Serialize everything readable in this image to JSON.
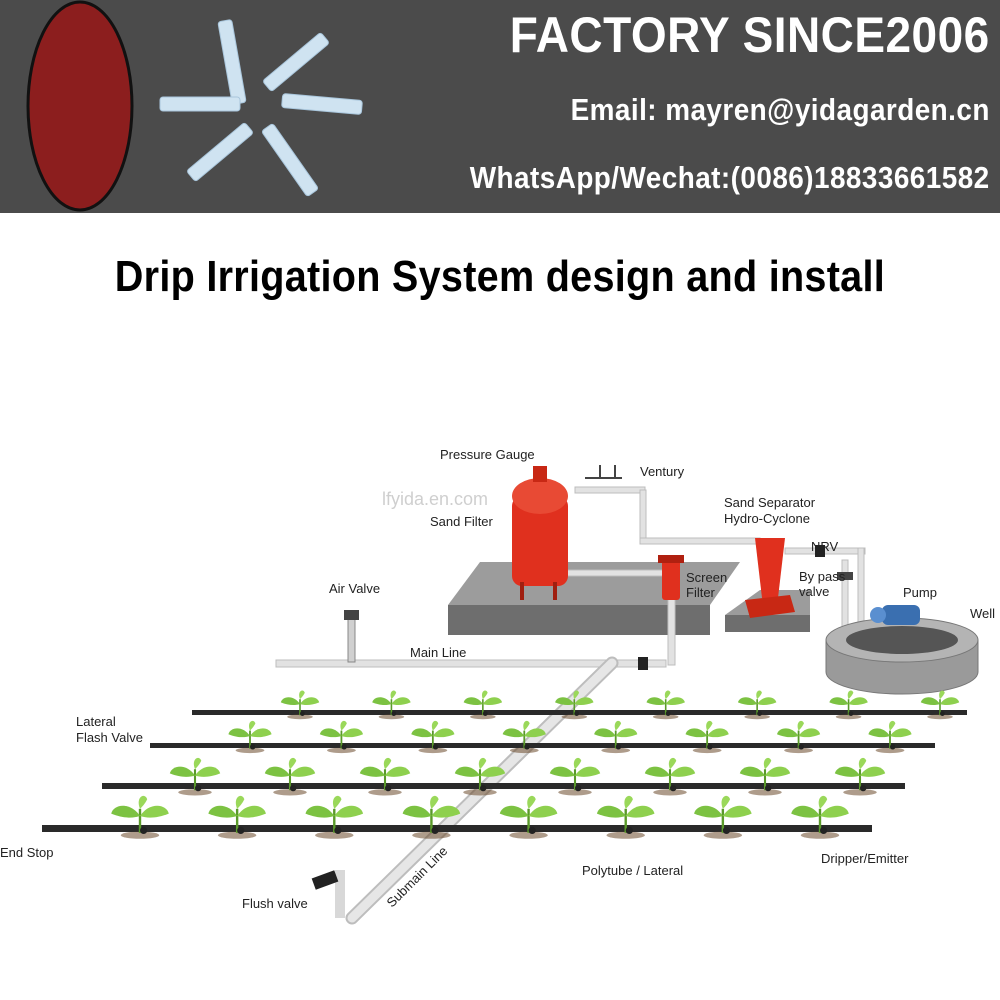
{
  "banner": {
    "title": "FACTORY SINCE2006",
    "email": "Email: mayren@yidagarden.cn",
    "phone": "WhatsApp/Wechat:(0086)18833661582",
    "bg_color": "#4b4b4b",
    "disc_color": "#8c1e1e",
    "product_icon": "drip-tape-emitter-icon"
  },
  "headline": "Drip Irrigation System design and install",
  "watermark": "lfyida.en.com",
  "labels": {
    "pressure_gauge": "Pressure Gauge",
    "venturi": "Ventury",
    "sand_filter": "Sand Filter",
    "sand_separator": "Sand Separator",
    "hydro_cyclone": "Hydro-Cyclone",
    "nrv": "NRV",
    "bypass": "By pass",
    "bypass_valve": "valve",
    "screen": "Screen",
    "screen_filter": "Filter",
    "pump": "Pump",
    "well": "Well",
    "air_valve": "Air Valve",
    "main_line": "Main Line",
    "lateral": "Lateral",
    "flash_valve": "Flash Valve",
    "end_stop": "End Stop",
    "dripper": "Dripper/Emitter",
    "polytube": "Polytube / Lateral",
    "submain": "Submain Line",
    "flush_valve": "Flush valve"
  },
  "colors": {
    "pipe": "#d8d8d8",
    "lateral": "#2a2a2a",
    "filter_red": "#e0301e",
    "platform": "#7d7d7d",
    "plant": "#7cc242",
    "well_stone": "#9a9a9a",
    "pump_blue": "#3a6fb0"
  }
}
